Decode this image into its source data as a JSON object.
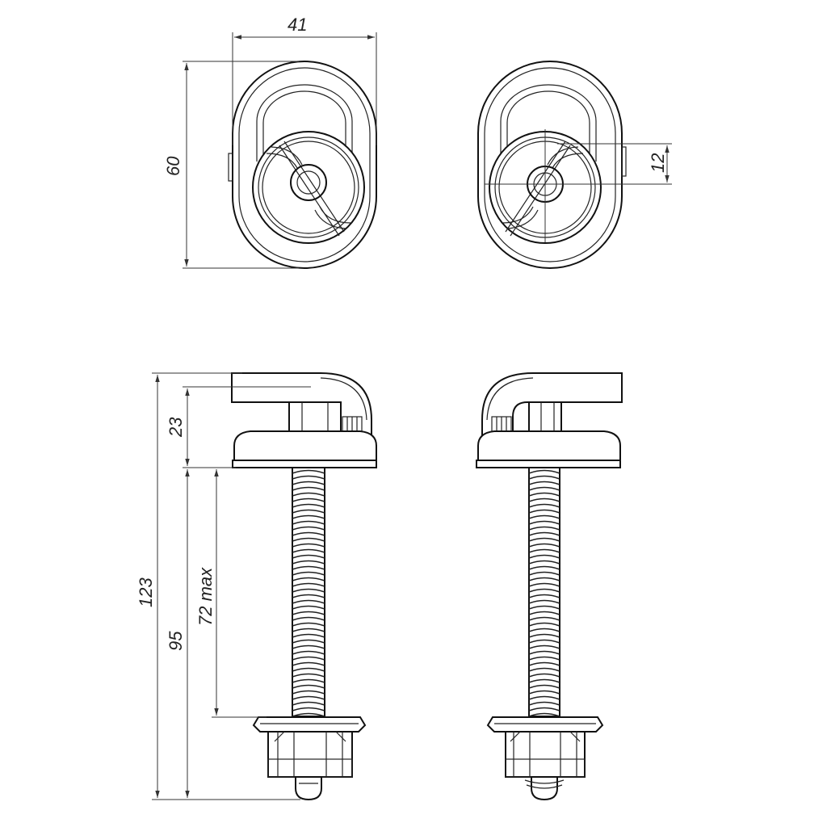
{
  "dimensions": {
    "top_width": "41",
    "top_height": "60",
    "hole_offset": "12",
    "head_height": "23",
    "total_length": "123",
    "bolt_length": "95",
    "clamp_range": "72 max"
  }
}
